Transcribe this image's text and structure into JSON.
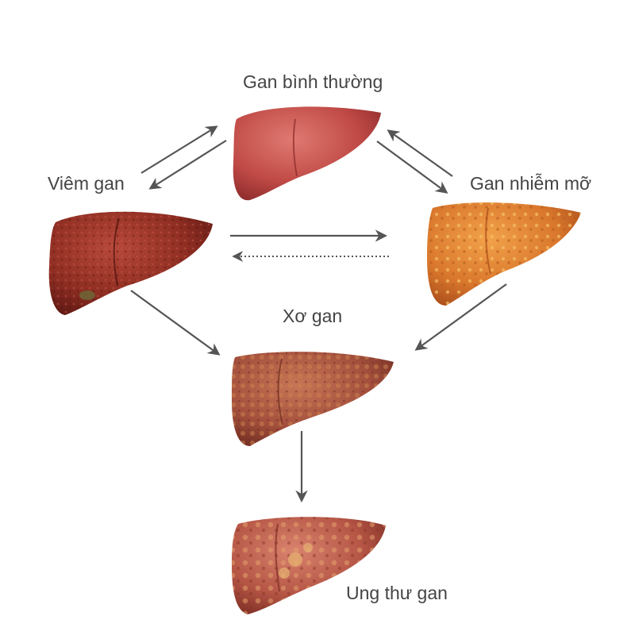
{
  "stages": {
    "normal": "Gan bình thường",
    "hepatitis": "Viêm gan",
    "fatty": "Gan nhiễm mỡ",
    "cirrhosis": "Xơ gan",
    "cancer": "Ung thư gan"
  },
  "colors": {
    "normal": "#c04a46",
    "hepatitis": "#8e2d22",
    "fatty": "#d9772c",
    "cirrhosis": "#a34f3c",
    "cancer": "#b55545",
    "arrow": "#555555",
    "text": "#444444"
  },
  "icons": {
    "liver": "liver-icon",
    "arrow": "arrow-icon"
  }
}
